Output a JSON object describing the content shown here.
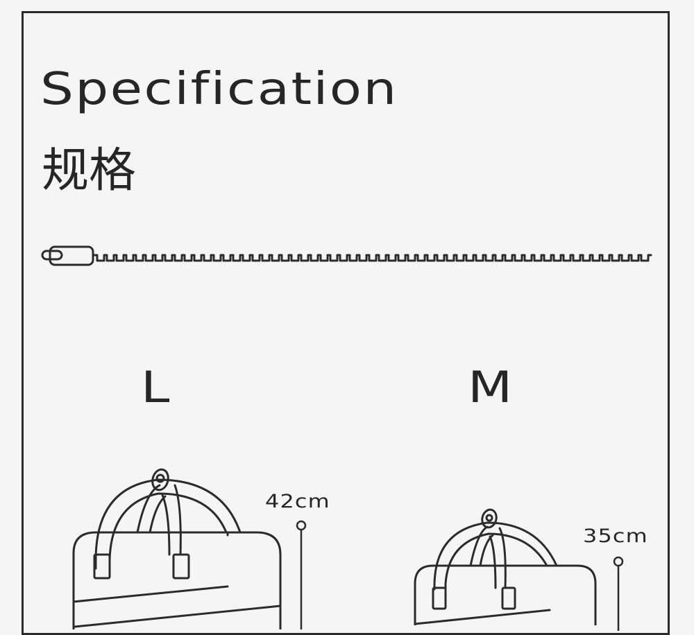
{
  "title": {
    "en": "Specification",
    "cn": "规格"
  },
  "sizes": [
    {
      "label": "L",
      "height": "42cm"
    },
    {
      "label": "M",
      "height": "35cm"
    }
  ],
  "colors": {
    "ink": "#262626",
    "background": "#f5f5f5"
  }
}
